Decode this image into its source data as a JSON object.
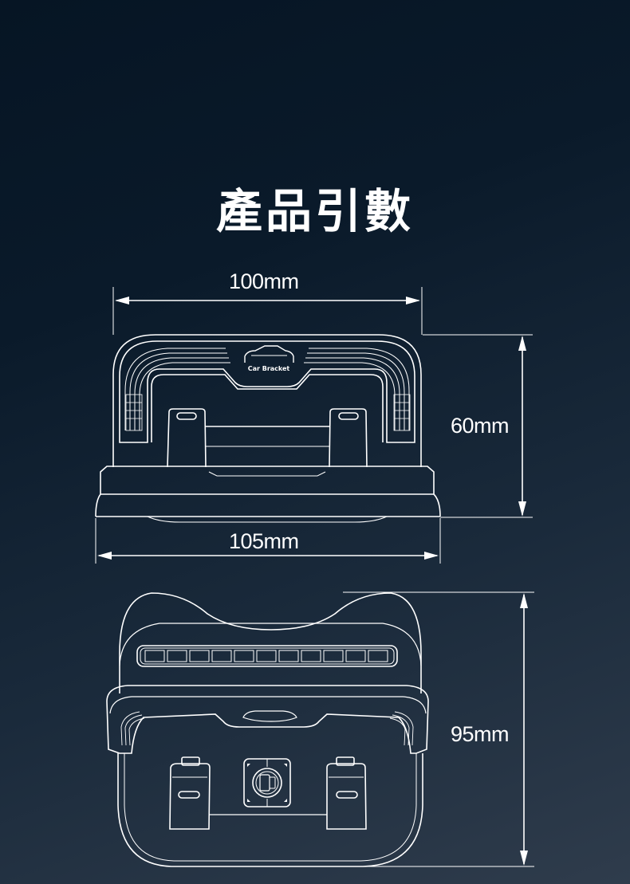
{
  "title": "產品引數",
  "colors": {
    "background_top": "#061524",
    "background_bottom": "#2f3c4c",
    "line": "#ffffff"
  },
  "front_view": {
    "brand_text": "Car Bracket",
    "dimensions": {
      "top_width": "100mm",
      "height": "60mm",
      "bottom_width": "105mm"
    }
  },
  "top_view": {
    "dimensions": {
      "depth": "95mm"
    }
  },
  "icons": [
    "car-logo-icon",
    "phone-holder-icon"
  ]
}
